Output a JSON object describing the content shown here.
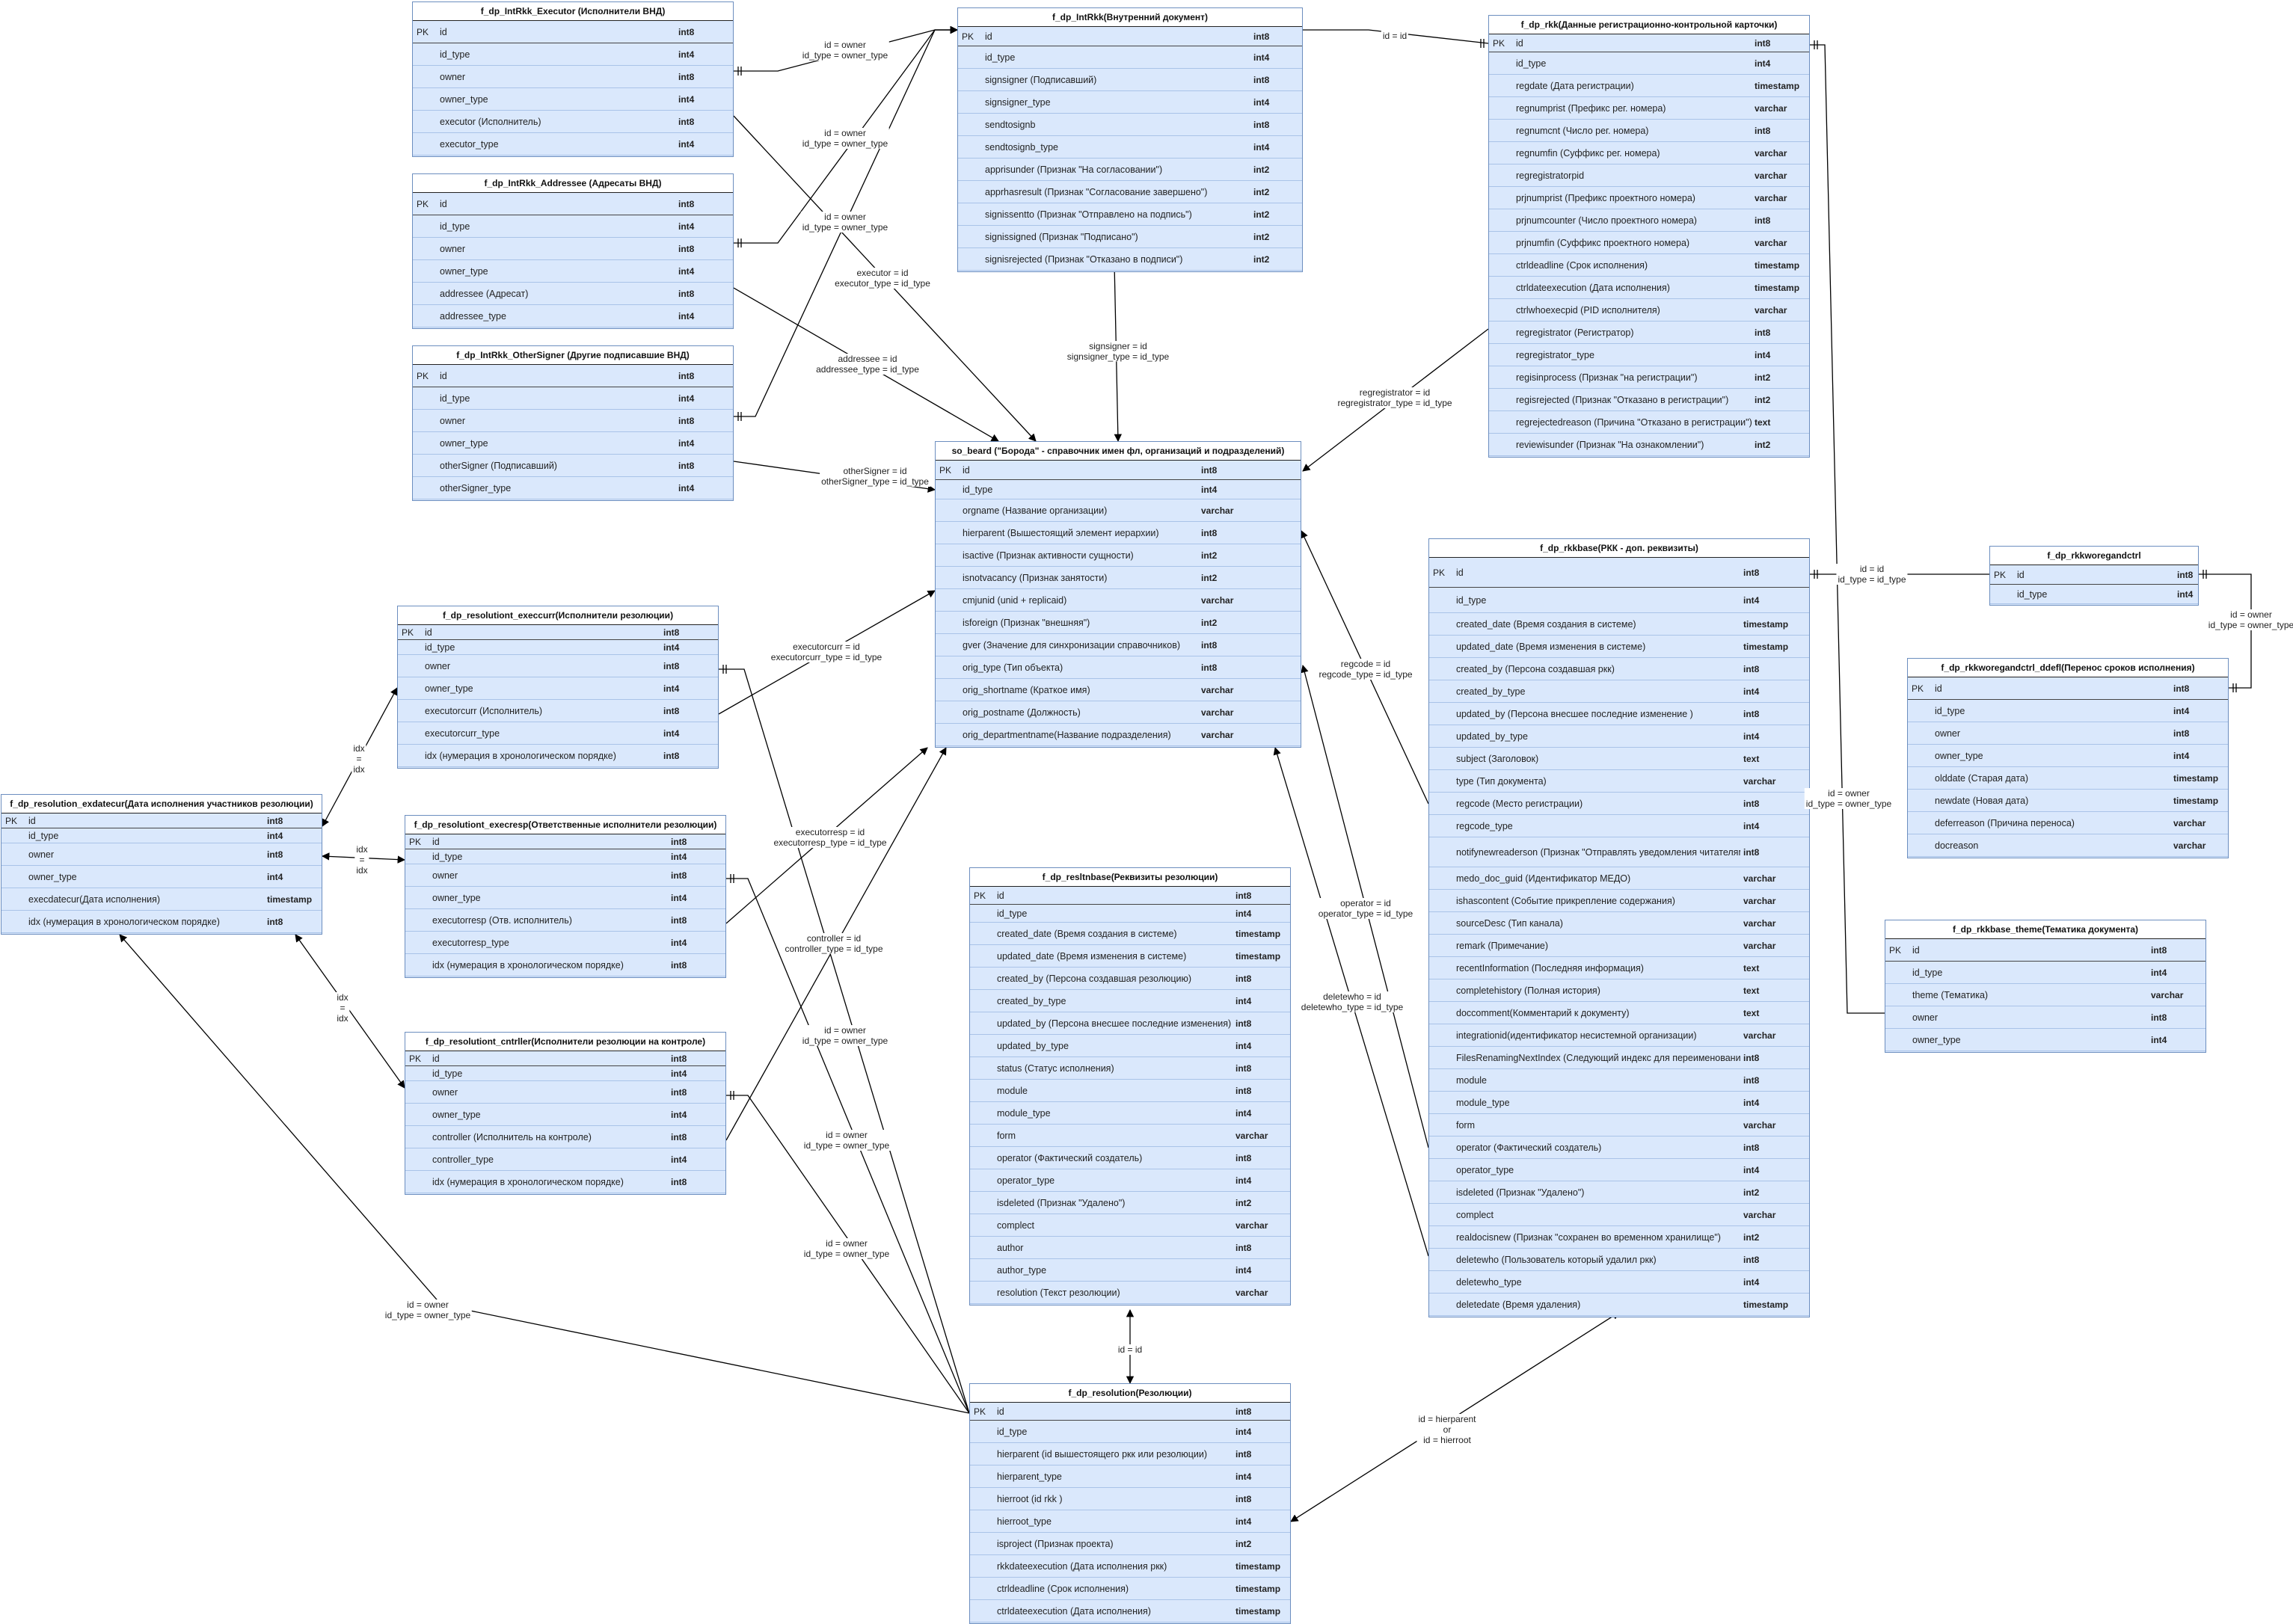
{
  "entities": [
    {
      "id": "intrkk_executor",
      "title": "f_dp_IntRkk_Executor (Исполнители ВНД)",
      "rows": [
        [
          "PK",
          "id",
          "int8"
        ],
        [
          "",
          "id_type",
          "int4"
        ],
        [
          "",
          "owner",
          "int8"
        ],
        [
          "",
          " owner_type",
          "int4"
        ],
        [
          "",
          "executor (Исполнитель)",
          "int8"
        ],
        [
          "",
          "executor_type",
          "int4"
        ]
      ]
    },
    {
      "id": "intrkk_addressee",
      "title": "f_dp_IntRkk_Addressee (Адресаты ВНД)",
      "rows": [
        [
          "PK",
          "id",
          "int8"
        ],
        [
          "",
          "id_type",
          "int4"
        ],
        [
          "",
          "owner",
          "int8"
        ],
        [
          "",
          " owner_type",
          "int4"
        ],
        [
          "",
          "addressee (Адресат)",
          "int8"
        ],
        [
          "",
          "addressee_type",
          "int4"
        ]
      ]
    },
    {
      "id": "intrkk_othersigner",
      "title": "f_dp_IntRkk_OtherSigner (Другие подписавшие ВНД)",
      "rows": [
        [
          "PK",
          "id",
          "int8"
        ],
        [
          "",
          "id_type",
          "int4"
        ],
        [
          "",
          "owner",
          "int8"
        ],
        [
          "",
          " owner_type",
          "int4"
        ],
        [
          "",
          "otherSigner (Подписавший)",
          "int8"
        ],
        [
          "",
          "otherSigner_type",
          "int4"
        ]
      ]
    },
    {
      "id": "intrkk",
      "title": "f_dp_IntRkk(Внутренний документ)",
      "rows": [
        [
          "PK",
          "id",
          "int8"
        ],
        [
          "",
          "id_type",
          "int4"
        ],
        [
          "",
          "signsigner (Подписавший)",
          "int8"
        ],
        [
          "",
          "signsigner_type",
          "int4"
        ],
        [
          "",
          "sendtosignb",
          "int8"
        ],
        [
          "",
          "sendtosignb_type",
          "int4"
        ],
        [
          "",
          "apprisunder (Признак \"На согласовании\")",
          "int2"
        ],
        [
          "",
          "apprhasresult (Признак \"Согласование завершено\")",
          "int2"
        ],
        [
          "",
          "signissentto (Признак \"Отправлено на подпись\")",
          "int2"
        ],
        [
          "",
          "signissigned (Признак \"Подписано\")",
          "int2"
        ],
        [
          "",
          "signisrejected  (Признак \"Отказано в подписи\")",
          "int2"
        ]
      ]
    },
    {
      "id": "rkk",
      "title": "f_dp_rkk(Данные регистрационно-контрольной карточки)",
      "rows": [
        [
          "PK",
          "id",
          "int8"
        ],
        [
          "",
          "id_type",
          "int4"
        ],
        [
          "",
          "regdate (Дата регистрации)",
          "timestamp"
        ],
        [
          "",
          "regnumprist (Префикс рег. номера)",
          "varchar"
        ],
        [
          "",
          "regnumcnt (Число рег. номера)",
          "int8"
        ],
        [
          "",
          "regnumfin (Суффикс рег. номера)",
          "varchar"
        ],
        [
          "",
          "regregistratorpid",
          "varchar"
        ],
        [
          "",
          "prjnumprist (Префикс проектного номера)",
          "varchar"
        ],
        [
          "",
          "prjnumcounter (Число проектного номера)",
          "int8"
        ],
        [
          "",
          "prjnumfin (Суффикс проектного номера)",
          "varchar"
        ],
        [
          "",
          "ctrldeadline (Срок исполнения)",
          "timestamp"
        ],
        [
          "",
          "ctrldateexecution (Дата исполнения)",
          "timestamp"
        ],
        [
          "",
          "ctrlwhoexecpid (PID исполнителя)",
          "varchar"
        ],
        [
          "",
          "regregistrator (Регистратор)",
          "int8"
        ],
        [
          "",
          "regregistrator_type",
          "int4"
        ],
        [
          "",
          "regisinprocess (Признак \"на регистрации\")",
          "int2"
        ],
        [
          "",
          "regisrejected (Признак \"Отказано в регистрации\")",
          "int2"
        ],
        [
          "",
          "regrejectedreason (Причина \"Отказано в регистрации\")",
          "text"
        ],
        [
          "",
          "reviewisunder (Признак \"На ознакомлении\")",
          "int2"
        ]
      ]
    },
    {
      "id": "so_beard",
      "title": "so_beard (\"Борода\" - справочник имен фл, организаций и подразделений)",
      "rows": [
        [
          "PK",
          "id",
          "int8"
        ],
        [
          "",
          "id_type",
          "int4"
        ],
        [
          "",
          "orgname (Название организации)",
          "varchar"
        ],
        [
          "",
          "hierparent (Вышестоящий элемент иерархии)",
          "int8"
        ],
        [
          "",
          "isactive (Признак активности сущности)",
          "int2"
        ],
        [
          "",
          "isnotvacancy (Признак занятости)",
          "int2"
        ],
        [
          "",
          "cmjunid (unid + replicaid)",
          "varchar"
        ],
        [
          "",
          "isforeign (Признак \"внешняя\")",
          "int2"
        ],
        [
          "",
          "gver (Значение для синхронизации справочников)",
          "int8"
        ],
        [
          "",
          "orig_type (Тип объекта)",
          "int8"
        ],
        [
          "",
          "orig_shortname (Краткое имя)",
          "varchar"
        ],
        [
          "",
          "orig_postname (Должность)",
          "varchar"
        ],
        [
          "",
          "orig_departmentname(Название подразделения)",
          "varchar"
        ]
      ]
    },
    {
      "id": "res_execcurr",
      "title": "f_dp_resolutiont_execcurr(Исполнители резолюции)",
      "rows": [
        [
          "PK",
          "id",
          "int8"
        ],
        [
          "",
          "id_type",
          "int4"
        ],
        [
          "",
          "owner",
          "int8"
        ],
        [
          "",
          "owner_type",
          "int4"
        ],
        [
          "",
          "executorcurr (Исполнитель)",
          "int8"
        ],
        [
          "",
          "executorcurr_type",
          "int4"
        ],
        [
          "",
          " idx (нумерация в хронологическом порядке)",
          "int8"
        ]
      ]
    },
    {
      "id": "res_exdatecur",
      "title": "f_dp_resolution_exdatecur(Дата исполнения участников резолюции)",
      "rows": [
        [
          "PK",
          "id",
          "int8"
        ],
        [
          "",
          "id_type",
          "int4"
        ],
        [
          "",
          "owner",
          "int8"
        ],
        [
          "",
          "owner_type",
          "int4"
        ],
        [
          "",
          "execdatecur(Дата исполнения)",
          "timestamp"
        ],
        [
          "",
          " idx (нумерация в хронологическом порядке)",
          "int8"
        ]
      ]
    },
    {
      "id": "res_execresp",
      "title": "f_dp_resolutiont_execresp(Ответственные исполнители резолюции)",
      "rows": [
        [
          "PK",
          "id",
          "int8"
        ],
        [
          "",
          "id_type",
          "int4"
        ],
        [
          "",
          "owner",
          "int8"
        ],
        [
          "",
          "owner_type",
          "int4"
        ],
        [
          "",
          "executorresp (Отв. исполнитель)",
          "int8"
        ],
        [
          "",
          "executorresp_type",
          "int4"
        ],
        [
          "",
          " idx (нумерация в хронологическом порядке)",
          "int8"
        ]
      ]
    },
    {
      "id": "res_cntrller",
      "title": "f_dp_resolutiont_cntrller(Исполнители резолюции на контроле)",
      "rows": [
        [
          "PK",
          "id",
          "int8"
        ],
        [
          "",
          "id_type",
          "int4"
        ],
        [
          "",
          "owner",
          "int8"
        ],
        [
          "",
          "owner_type",
          "int4"
        ],
        [
          "",
          "controller (Исполнитель на контроле)",
          "int8"
        ],
        [
          "",
          "controller_type",
          "int4"
        ],
        [
          "",
          " idx (нумерация в хронологическом порядке)",
          "int8"
        ]
      ]
    },
    {
      "id": "resltnbase",
      "title": "f_dp_resltnbase(Реквизиты резолюции)",
      "rows": [
        [
          "PK",
          "id",
          "int8"
        ],
        [
          "",
          "id_type",
          "int4"
        ],
        [
          "",
          "created_date (Время создания в системе)",
          "timestamp"
        ],
        [
          "",
          "updated_date (Время изменения в системе)",
          "timestamp"
        ],
        [
          "",
          "created_by (Персона создавшая резолюцию)",
          "int8"
        ],
        [
          "",
          "created_by_type",
          "int4"
        ],
        [
          "",
          "updated_by (Персона внесшее последние изменения)",
          "int8"
        ],
        [
          "",
          "updated_by_type",
          "int4"
        ],
        [
          "",
          "status (Статус исполнения)",
          "int8"
        ],
        [
          "",
          "module",
          "int8"
        ],
        [
          "",
          "module_type",
          "int4"
        ],
        [
          "",
          "form",
          "varchar"
        ],
        [
          "",
          "operator (Фактический создатель)",
          "int8"
        ],
        [
          "",
          "operator_type",
          "int4"
        ],
        [
          "",
          "isdeleted (Признак \"Удалено\")",
          "int2"
        ],
        [
          "",
          "complect",
          "varchar"
        ],
        [
          "",
          "author",
          "int8"
        ],
        [
          "",
          "author_type",
          "int4"
        ],
        [
          "",
          "resolution (Текст резолюции)",
          "varchar"
        ]
      ]
    },
    {
      "id": "resolution",
      "title": "f_dp_resolution(Резолюции)",
      "rows": [
        [
          "PK",
          "id",
          "int8"
        ],
        [
          "",
          "id_type",
          "int4"
        ],
        [
          "",
          "hierparent (id вышестоящего ркк или резолюции)",
          "int8"
        ],
        [
          "",
          "hierparent_type",
          "int4"
        ],
        [
          "",
          "hierroot (id rkk )",
          "int8"
        ],
        [
          "",
          "hierroot_type",
          "int4"
        ],
        [
          "",
          "isproject (Признак проекта)",
          "int2"
        ],
        [
          "",
          "rkkdateexecution (Дата исполнения ркк)",
          "timestamp"
        ],
        [
          "",
          "ctrldeadline (Срок исполнения)",
          "timestamp"
        ],
        [
          "",
          "ctrldateexecution (Дата исполнения)",
          "timestamp"
        ]
      ]
    },
    {
      "id": "rkkbase",
      "title": "f_dp_rkkbase(РКК - доп. реквизиты)",
      "rows": [
        [
          "PK",
          "id",
          "int8"
        ],
        [
          "",
          "id_type",
          "int4"
        ],
        [
          "",
          "created_date (Время создания в системе)",
          "timestamp"
        ],
        [
          "",
          "updated_date (Время изменения в системе)",
          "timestamp"
        ],
        [
          "",
          "created_by (Персона создавшая ркк)",
          "int8"
        ],
        [
          "",
          "created_by_type",
          "int4"
        ],
        [
          "",
          "updated_by (Персона внесшее последние изменение )",
          "int8"
        ],
        [
          "",
          "updated_by_type",
          "int4"
        ],
        [
          "",
          " subject (Заголовок)",
          "text"
        ],
        [
          "",
          "type (Тип документа)",
          "varchar"
        ],
        [
          "",
          "regcode (Место регистрации)",
          "int8"
        ],
        [
          "",
          "regcode_type",
          "int4"
        ],
        [
          "",
          "notifynewreaderson (Признак \"Отправлять уведомления читателям\")",
          "int8"
        ],
        [
          "",
          "medo_doc_guid (Идентификатор МЕДО)",
          "varchar"
        ],
        [
          "",
          "ishascontent (Событие прикрепление содержания)",
          "varchar"
        ],
        [
          "",
          "sourceDesc (Тип канала)",
          "varchar"
        ],
        [
          "",
          "remark (Примечание)",
          "varchar"
        ],
        [
          "",
          "recentInformation (Последняя информация)",
          "text"
        ],
        [
          "",
          " completehistory (Полная история)",
          "text"
        ],
        [
          "",
          "doccomment(Комментарий к документу)",
          "text"
        ],
        [
          "",
          "integrationid(идентификатор несистемной организации)",
          "varchar"
        ],
        [
          "",
          "FilesRenamingNextIndex (Следующий индекс для переименования)",
          "int8"
        ],
        [
          "",
          "module",
          "int8"
        ],
        [
          "",
          "module_type",
          "int4"
        ],
        [
          "",
          "form",
          "varchar"
        ],
        [
          "",
          "operator (Фактический создатель)",
          "int8"
        ],
        [
          "",
          "operator_type",
          "int4"
        ],
        [
          "",
          "isdeleted (Признак \"Удалено\")",
          "int2"
        ],
        [
          "",
          "complect",
          "varchar"
        ],
        [
          "",
          "realdocisnew (Признак \"сохранен во временном хранилище\")",
          "int2"
        ],
        [
          "",
          "deletewho (Пользователь который удалил ркк)",
          "int8"
        ],
        [
          "",
          "deletewho_type",
          "int4"
        ],
        [
          "",
          "deletedate (Время удаления)",
          "timestamp"
        ]
      ]
    },
    {
      "id": "rkkworegandctrl",
      "title": "f_dp_rkkworegandctrl",
      "rows": [
        [
          "PK",
          "id",
          "int8"
        ],
        [
          "",
          "id_type",
          "int4"
        ]
      ]
    },
    {
      "id": "rkkworegandctrl_ddefl",
      "title": "f_dp_rkkworegandctrl_ddefl(Перенос сроков исполнения)",
      "rows": [
        [
          "PK",
          "id",
          "int8"
        ],
        [
          "",
          "id_type",
          "int4"
        ],
        [
          "",
          "owner",
          "int8"
        ],
        [
          "",
          "owner_type",
          "int4"
        ],
        [
          "",
          "olddate (Старая дата)",
          "timestamp"
        ],
        [
          "",
          "newdate (Новая дата)",
          "timestamp"
        ],
        [
          "",
          "deferreason (Причина переноса)",
          "varchar"
        ],
        [
          "",
          "docreason",
          "varchar"
        ]
      ]
    },
    {
      "id": "rkkbase_theme",
      "title": "f_dp_rkkbase_theme(Тематика документа)",
      "rows": [
        [
          "PK",
          "id",
          "int8"
        ],
        [
          "",
          "id_type",
          "int4"
        ],
        [
          "",
          "theme (Тематика)",
          "varchar"
        ],
        [
          "",
          "owner",
          "int8"
        ],
        [
          "",
          " owner_type",
          "int4"
        ]
      ]
    }
  ],
  "edge_labels": [
    {
      "id": "l_exec_owner",
      "text": "id = owner\nid_type = owner_type"
    },
    {
      "id": "l_addr_owner",
      "text": "id = owner\nid_type = owner_type"
    },
    {
      "id": "l_other_owner",
      "text": "id = owner\nid_type = owner_type"
    },
    {
      "id": "l_executor",
      "text": "executor = id\nexecutor_type = id_type"
    },
    {
      "id": "l_addressee",
      "text": "addressee = id\naddressee_type = id_type"
    },
    {
      "id": "l_othersigner",
      "text": "otherSigner = id\notherSigner_type = id_type"
    },
    {
      "id": "l_signsigner",
      "text": "signsigner = id\nsignsigner_type = id_type"
    },
    {
      "id": "l_id_id_rkk",
      "text": "id = id"
    },
    {
      "id": "l_regregistrator",
      "text": "regregistrator = id\nregregistrator_type = id_type"
    },
    {
      "id": "l_executorcurr",
      "text": "executorcurr = id\nexecutorcurr_type = id_type"
    },
    {
      "id": "l_executorresp",
      "text": "executorresp = id\nexecutorresp_type = id_type"
    },
    {
      "id": "l_controller",
      "text": "controller = id\ncontroller_type = id_type"
    },
    {
      "id": "l_idx1",
      "text": "idx\n=\nidx"
    },
    {
      "id": "l_idx2",
      "text": "idx\n=\nidx"
    },
    {
      "id": "l_idx3",
      "text": "idx\n=\nidx"
    },
    {
      "id": "l_res_owner1",
      "text": "id = owner\nid_type = owner_type"
    },
    {
      "id": "l_res_owner2",
      "text": "id = owner\nid_type = owner_type"
    },
    {
      "id": "l_res_owner3",
      "text": "id = owner\nid_type = owner_type"
    },
    {
      "id": "l_res_owner4",
      "text": "id = owner\nid_type = owner_type"
    },
    {
      "id": "l_id_id_res",
      "text": "id = id"
    },
    {
      "id": "l_regcode",
      "text": "regcode = id\nregcode_type = id_type"
    },
    {
      "id": "l_operator",
      "text": "operator = id\noperator_type = id_type"
    },
    {
      "id": "l_deletewho",
      "text": "deletewho = id\ndeletewho_type = id_type"
    },
    {
      "id": "l_hier",
      "text": "id = hierparent\nor\nid = hierroot"
    },
    {
      "id": "l_worc",
      "text": "id = id\nid_type = id_type"
    },
    {
      "id": "l_worc_owner",
      "text": "id = owner\nid_type = owner_type"
    },
    {
      "id": "l_theme_owner",
      "text": "id = owner\nid_type = owner_type"
    }
  ],
  "colors": {
    "entity_fill": "#dae8fc",
    "entity_border": "#6c8ebf",
    "line": "#000000"
  }
}
